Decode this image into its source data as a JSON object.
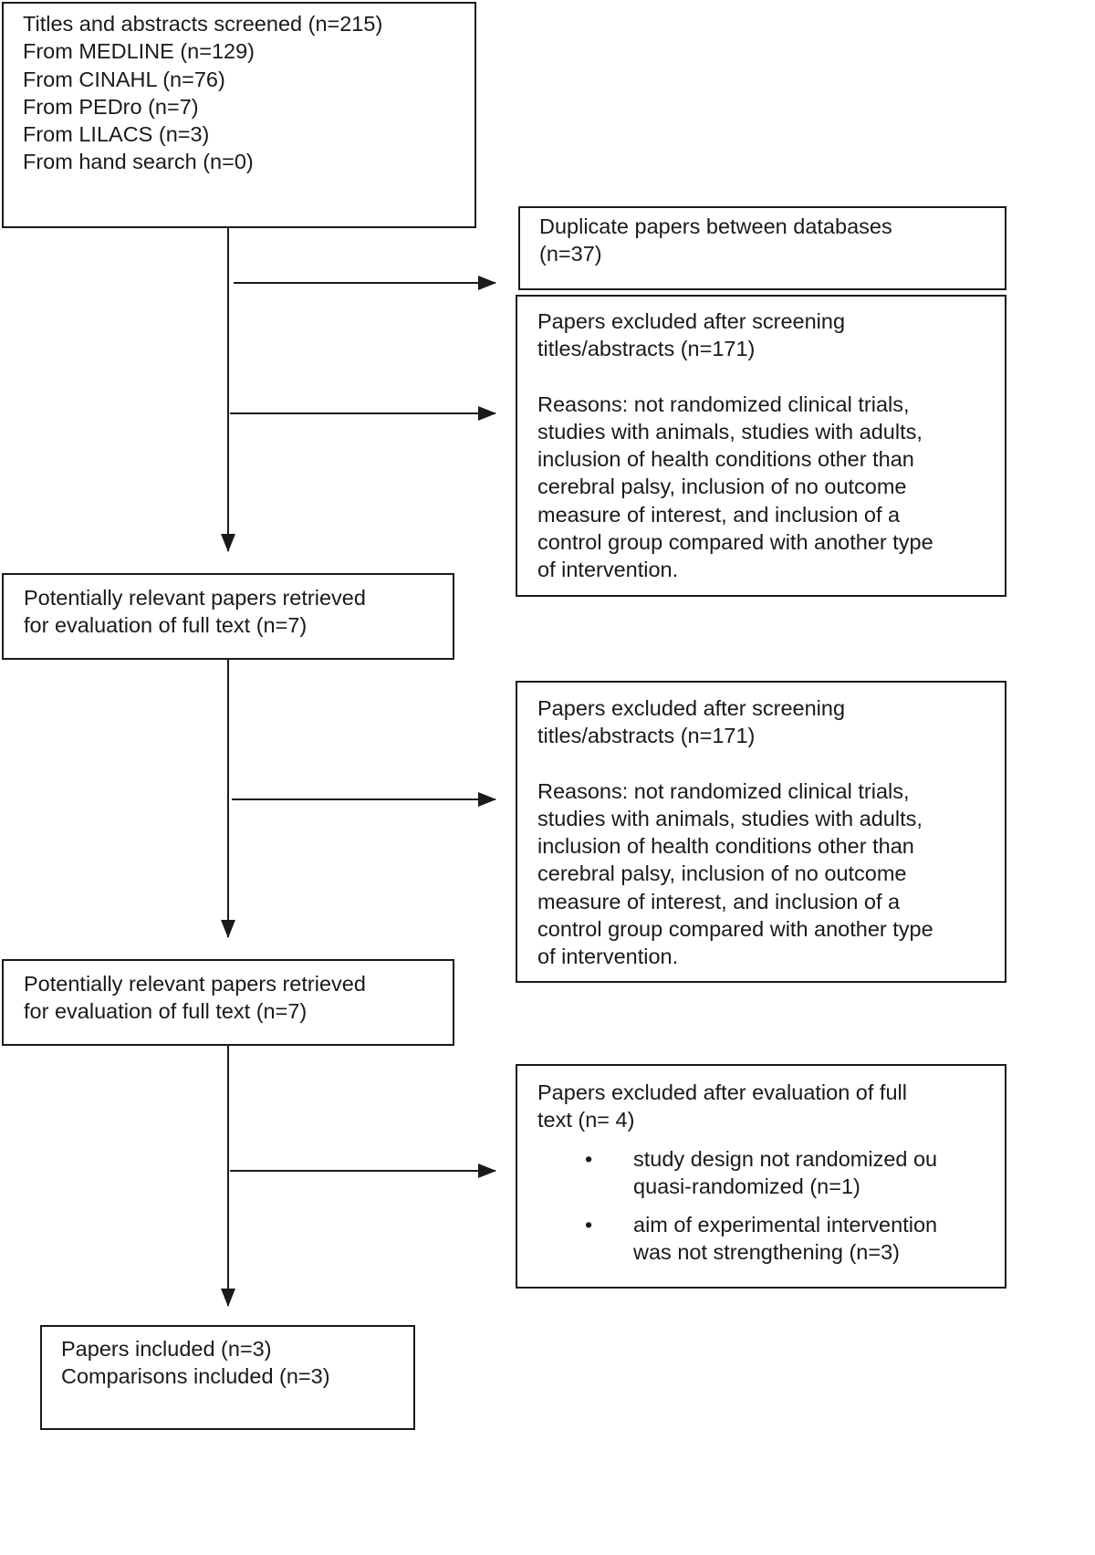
{
  "boxes": {
    "screened": {
      "lines": [
        "Titles and abstracts screened (n=215)",
        "From MEDLINE (n=129)",
        "From CINAHL (n=76)",
        "From PEDro (n=7)",
        "From LILACS (n=3)",
        "From hand search (n=0)"
      ]
    },
    "duplicates": {
      "lines": [
        "Duplicate papers between databases",
        "(n=37)"
      ]
    },
    "excluded_1": {
      "heading": [
        "Papers excluded after screening",
        "titles/abstracts (n=171)"
      ],
      "reasons": [
        "Reasons: not randomized clinical trials,",
        "studies with animals, studies with adults,",
        "inclusion of health conditions other than",
        "cerebral palsy, inclusion of no outcome",
        "measure of interest, and inclusion of a",
        "control group compared with another type",
        "of intervention."
      ]
    },
    "retrieved_1": {
      "lines": [
        "Potentially relevant papers retrieved",
        "for evaluation of full text (n=7)"
      ]
    },
    "excluded_2": {
      "heading": [
        "Papers excluded after screening",
        "titles/abstracts (n=171)"
      ],
      "reasons": [
        "Reasons: not randomized clinical trials,",
        "studies with animals, studies with adults,",
        "inclusion of health conditions other than",
        "cerebral palsy, inclusion of no outcome",
        "measure of interest, and inclusion of a",
        "control group compared with another type",
        "of intervention."
      ]
    },
    "retrieved_2": {
      "lines": [
        "Potentially relevant papers retrieved",
        "for evaluation of full text (n=7)"
      ]
    },
    "excluded_full_text": {
      "heading": [
        "Papers excluded after evaluation of full",
        "text (n= 4)"
      ],
      "bullet_symbol": "•",
      "bullets": [
        [
          "study design not randomized ou",
          "quasi-randomized (n=1)"
        ],
        [
          "aim of experimental intervention",
          "was not strengthening (n=3)"
        ]
      ]
    },
    "included": {
      "lines": [
        "Papers included (n=3)",
        "Comparisons included (n=3)"
      ]
    }
  }
}
